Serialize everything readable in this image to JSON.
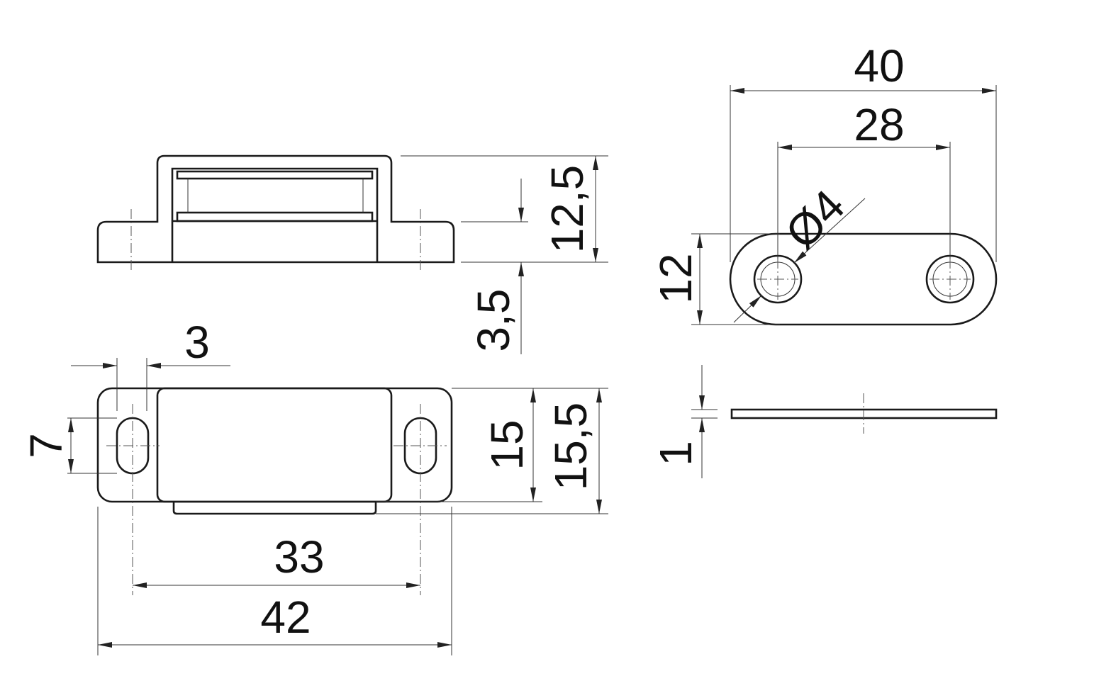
{
  "drawing": {
    "side_view": {
      "height_total": "12,5",
      "base_height": "3,5"
    },
    "top_view": {
      "wall": "3",
      "slot_length": "7",
      "housing_width": "15",
      "total_width": "15,5",
      "hole_spacing": "33",
      "total_length": "42"
    },
    "plate_top": {
      "length": "40",
      "hole_spacing": "28",
      "hole_diameter": "Ø4",
      "width": "12"
    },
    "plate_side": {
      "thickness": "1"
    }
  }
}
